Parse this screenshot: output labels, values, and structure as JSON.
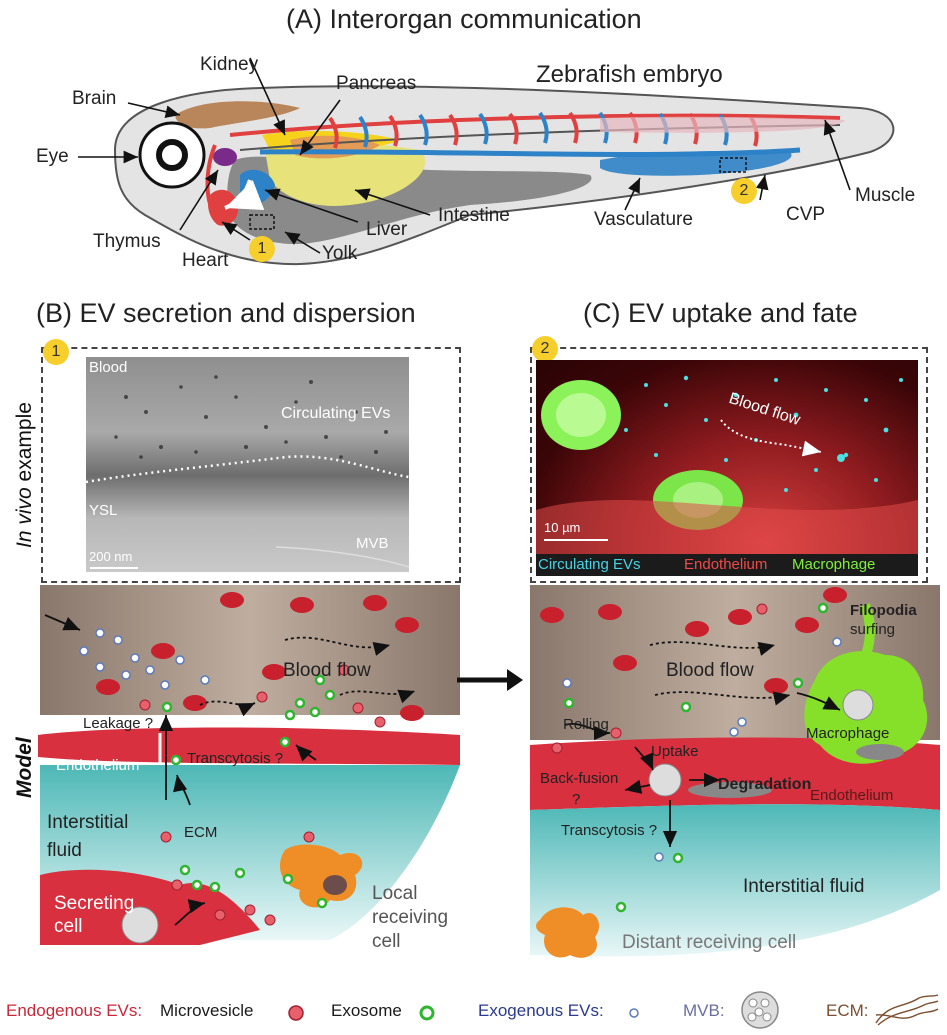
{
  "panel_a": {
    "title": "(A) Interorgan communication",
    "species": "Zebrafish embryo",
    "labels": {
      "kidney": "Kidney",
      "pancreas": "Pancreas",
      "brain": "Brain",
      "eye": "Eye",
      "thymus": "Thymus",
      "heart": "Heart",
      "yolk": "Yolk",
      "liver": "Liver",
      "intestine": "Intestine",
      "vasculature": "Vasculature",
      "cvp": "CVP",
      "muscle": "Muscle"
    },
    "badge1": "1",
    "badge2": "2"
  },
  "panel_b": {
    "title": "(B) EV secretion and dispersion",
    "badge": "1",
    "em": {
      "blood": "Blood",
      "circulating": "Circulating EVs",
      "ysl": "YSL",
      "scale": "200 nm",
      "mvb": "MVB"
    },
    "model": {
      "blood_flow": "Blood flow",
      "leakage": "Leakage ?",
      "transcytosis": "Transcytosis ?",
      "endothelium": "Endothelium",
      "interstitial": "Interstitial",
      "fluid": "fluid",
      "ecm": "ECM",
      "secreting": "Secreting",
      "cell": "cell",
      "local": "Local",
      "receiving": "receiving",
      "cell2": "cell"
    }
  },
  "panel_c": {
    "title": "(C) EV uptake and fate",
    "badge": "2",
    "fl": {
      "blood_flow": "Blood flow",
      "scale": "10 µm",
      "legend_evs": "Circulating EVs",
      "legend_endo": "Endothelium",
      "legend_mac": "Macrophage"
    },
    "model": {
      "filopodia": "Filopodia",
      "surfing": "surfing",
      "blood_flow": "Blood flow",
      "rolling": "Rolling",
      "uptake": "Uptake",
      "macrophage": "Macrophage",
      "backfusion": "Back-fusion",
      "q": "?",
      "degradation": "Degradation",
      "endothelium": "Endothelium",
      "transcytosis": "Transcytosis ?",
      "interstitial": "Interstitial fluid",
      "distant": "Distant receiving cell"
    }
  },
  "side_labels": {
    "in_vivo_italic": "In vivo",
    "in_vivo_rest": " example",
    "model": "Model"
  },
  "legend": {
    "endogenous": "Endogenous EVs:",
    "microvesicle": "Microvesicle",
    "exosome": "Exosome",
    "exogenous": "Exogenous EVs:",
    "mvb": "MVB:",
    "ecm": "ECM:"
  },
  "colors": {
    "endothelium": "#d8303f",
    "blood_bg": "#8a776c",
    "interstitial": "#5bc2c0",
    "exosome_ring": "#2fb52f",
    "microvesicle": "#e8606b",
    "macrophage": "#86e02a",
    "receiving_cell": "#ef8d27",
    "badge": "#f6cf2d",
    "endogenous_text": "#c8283a",
    "exogenous_text": "#2b3a8c"
  }
}
